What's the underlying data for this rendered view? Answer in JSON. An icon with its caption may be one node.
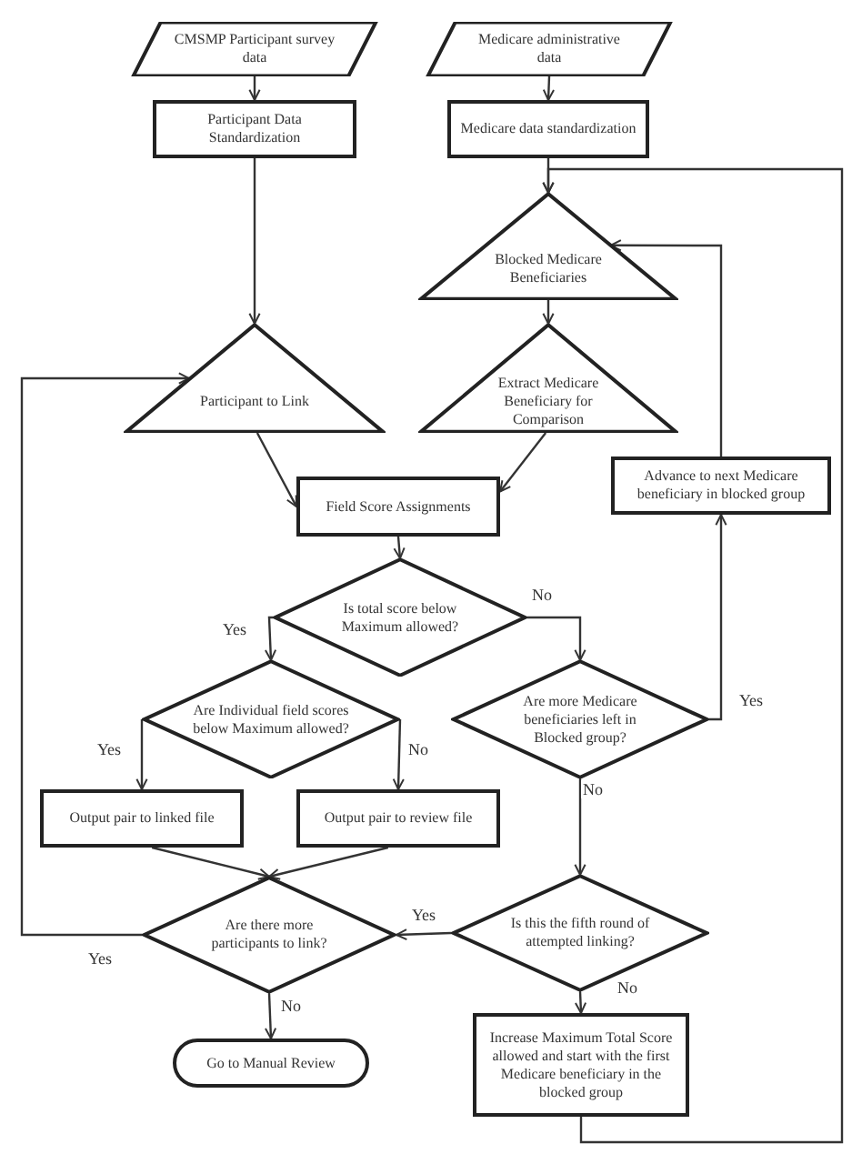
{
  "diagram": {
    "nodes": [
      {
        "text": [
          "CMSMP Participant survey data"
        ]
      },
      {
        "text": [
          "Medicare administrative data"
        ]
      },
      {
        "text": [
          "Participant Data Standardization"
        ]
      },
      {
        "text": [
          "Medicare data standardization"
        ]
      },
      {
        "text": [
          "Blocked Medicare Beneficiaries"
        ]
      },
      {
        "text": [
          "Participant to Link"
        ]
      },
      {
        "text": [
          "Extract Medicare Beneficiary for Comparison"
        ]
      },
      {
        "text": [
          "Advance to next Medicare beneficiary in blocked group"
        ]
      },
      {
        "text": [
          "Field Score Assignments"
        ]
      },
      {
        "text": [
          "Is total score below Maximum allowed?"
        ]
      },
      {
        "text": [
          "Are Individual field scores below Maximum allowed?"
        ]
      },
      {
        "text": [
          "Are more Medicare beneficiaries left in Blocked group?"
        ]
      },
      {
        "text": [
          "Output pair to linked file"
        ]
      },
      {
        "text": [
          "Output pair to review file"
        ]
      },
      {
        "text": [
          "Is this the fifth round of attempted linking?"
        ]
      },
      {
        "text": [
          "Are there more participants to link?"
        ]
      },
      {
        "text": [
          "Go to Manual Review"
        ]
      },
      {
        "text": [
          "Increase Maximum Total Score allowed and start with the first Medicare beneficiary in the blocked group"
        ]
      }
    ],
    "edges": [
      {
        "from": 0,
        "to": 2,
        "arrow": "to"
      },
      {
        "from": 1,
        "to": 3,
        "arrow": "to"
      },
      {
        "from": 2,
        "to": 5,
        "arrow": "to"
      },
      {
        "from": 3,
        "to": 4,
        "arrow": "to"
      },
      {
        "from": 4,
        "to": 6,
        "arrow": "to"
      },
      {
        "from": 5,
        "to": 8,
        "arrow": "to"
      },
      {
        "from": 6,
        "to": 8,
        "arrow": "to"
      },
      {
        "from": 8,
        "to": 9,
        "arrow": "to"
      },
      {
        "from": 9,
        "to": 10,
        "arrow": "to",
        "label": "Yes"
      },
      {
        "from": 9,
        "to": 11,
        "arrow": "to",
        "label": "No"
      },
      {
        "from": 11,
        "to": 7,
        "arrow": "to",
        "label": "Yes"
      },
      {
        "from": 7,
        "to": 4,
        "arrow": "to"
      },
      {
        "from": 10,
        "to": 12,
        "arrow": "to",
        "label": "Yes"
      },
      {
        "from": 10,
        "to": 13,
        "arrow": "to",
        "label": "No"
      },
      {
        "from": 11,
        "to": 14,
        "arrow": "to",
        "label": "No"
      },
      {
        "from": 12,
        "to": 15,
        "arrow": "to"
      },
      {
        "from": 13,
        "to": 15,
        "arrow": "to"
      },
      {
        "from": 14,
        "to": 15,
        "arrow": "to",
        "label": "Yes"
      },
      {
        "from": 15,
        "to": 5,
        "arrow": "to",
        "label": "Yes"
      },
      {
        "from": 15,
        "to": 16,
        "arrow": "to",
        "label": "No"
      },
      {
        "from": 14,
        "to": 17,
        "arrow": "to",
        "label": "No"
      },
      {
        "from": 17,
        "to": 4,
        "arrow": "to"
      }
    ]
  }
}
